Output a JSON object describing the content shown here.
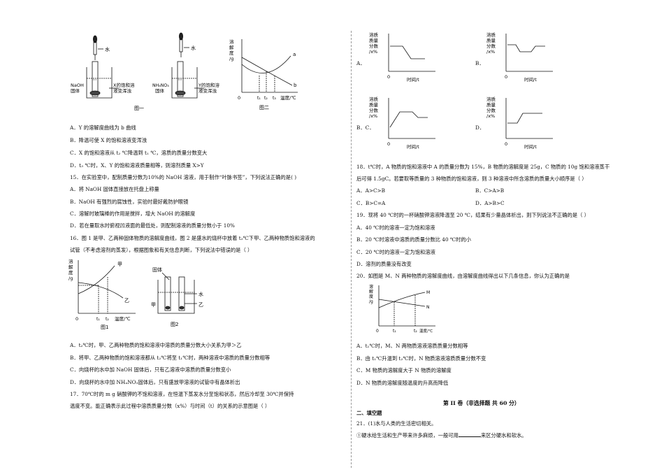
{
  "fig1": {
    "water": "水",
    "left_label1": "NaOH",
    "left_label2": "固体",
    "left_desc1": "X的饱和溶",
    "left_desc2": "液变浑浊",
    "right_label1": "NH₄NO₃",
    "right_label2": "固体",
    "right_desc1": "Y的饱和溶",
    "right_desc2": "液变浑浊",
    "caption": "图一"
  },
  "fig2": {
    "ylabel": [
      "溶",
      "解",
      "度",
      "/g"
    ],
    "series_a": "a",
    "series_b": "b",
    "origin": "0",
    "ticks": [
      "t₁",
      "t₂",
      "t₃"
    ],
    "xlabel": "温度/℃",
    "caption": "图二"
  },
  "q14": {
    "A": "A．Y 的溶解度曲线为 b 曲线",
    "B": "B．降温可使 X 的饱和溶液变浑浊",
    "C": "C．X 的饱和溶液从 t₂ ℃降温到 t₁ ℃，溶质的质量分数变大",
    "D": "D．t₃ ℃时，X、Y 的饱和溶液质量相等，则溶剂质量 X>Y"
  },
  "q15": {
    "stem": "15．在实验室中，配制质量分数为10%的 NaOH 溶液，用于制作“叶脉书签”，下列说法正确的是(    )",
    "A": "A．将 NaOH 固体直接放在托盘上称量",
    "B": "B．NaOH 有强烈的腐蚀性，实验时最好戴防护眼镜",
    "C": "C．溶解时玻璃棒的作用是搅拌，增大 NaOH 的溶解度",
    "D": "D．若在量取水时俯视凹液面的最低处，则配制溶液的质量分数小于 10%"
  },
  "q16": {
    "stem1": "16．图 1 是甲、乙两种固体物质的溶解度曲线，图 2 是盛水的烧杯中放着 t₂℃下甲、乙两种物质饱和溶液的",
    "stem2": "试管（不考虑溶剂的蒸发），根据图象和有关信息判断，下列说法中错误的是（      ）",
    "fig1_ylabel": [
      "溶",
      "解",
      "度",
      "/g"
    ],
    "fig1_jia": "甲",
    "fig1_yi": "乙",
    "fig1_origin": "0",
    "fig1_ticks": [
      "t₁",
      "t₂"
    ],
    "fig1_xlabel": "温度/℃",
    "fig1_caption": "图1",
    "fig2_solid": "固体",
    "fig2_water": "水",
    "fig2_jia": "甲",
    "fig2_yi": "乙",
    "fig2_caption": "图2",
    "A": "A．t₂℃时，甲、乙两种物质的饱和溶液中溶质的质量分数大小关系为甲＞乙",
    "B": "B．将甲、乙两种物质的饱和溶液都从 t₂℃将至 t₁℃时，两种溶液中溶质的质量分数相等",
    "C": "C．向烧杯的水中加 NaOH 固体后，只有乙溶液中溶质的质量分数变小",
    "D": "D．向烧杯的水中加 NH₄NO₃固体后，只有盛放甲溶液的试管中有晶体析出"
  },
  "q17": {
    "stem1": "17．70℃时的 m g 硝酸钾的不饱和溶液，在恒温下蒸发水分至饱和状态，然后冷却至 30℃并保持",
    "stem2": "温度不变。能正确表示此过程中溶质质量分数（x%）与时间（t）的关系的示意图是（        ）",
    "ylabel": [
      "溶质",
      "质量",
      "分数",
      "/x%"
    ],
    "origin": "0",
    "xlabel": "时间/t",
    "A": "A．",
    "B": "B．",
    "C": "B．C．",
    "D": "D．"
  },
  "q18": {
    "stem1": "18．t℃时，A 物质的饱和溶液中 A 的质量分数为 15%，B 物质的溶解度是 25g，C 物质的 10g 饱和溶液蒸干",
    "stem2": "后可得 1.5gC。若要取等质量的 3 种物质的饱和溶液，则 3 种溶液中所含溶质的质量大小顺序是（          ）",
    "A": "A．A>C>B",
    "B": "B．C>A>B",
    "C": "C．B>C=A",
    "D": "D．A>B>C"
  },
  "q19": {
    "stem": "19．现将 40 ℃时的一杯硝酸钾溶液降温至 20 ℃，结果有少量晶体析出，则下列说法不正确的是（        ）",
    "A": "A．40 ℃时的溶液一定为饱和溶液",
    "B": "B．20 ℃时溶液中溶质的质量分数比 40 ℃时的小",
    "C": "C．20 ℃时的溶液一定为饱和溶液",
    "D": "D．溶剂的质量没有改变"
  },
  "q20": {
    "stem": "20．如图是 M、N 两种物质的溶解度曲线，由溶解度曲线得出以下几条信息，你认为正确的是",
    "ylabel": [
      "溶",
      "解",
      "度",
      "/g"
    ],
    "M": "M",
    "N": "N",
    "origin": "0",
    "ticks": [
      "t₁",
      "t₂"
    ],
    "xlabel": "温度/℃",
    "A": "A．t₁℃时，M、N 两物质溶液溶质质量分数相等",
    "B": "B．由 t₁℃升温到 t₂℃时，N 物质溶液溶质质量分数不变",
    "C": "C．M 物质的溶解度大于 N 物质的溶解度",
    "D": "D．N 物质的溶解度随温度的升高而降低"
  },
  "section2": {
    "title": "第 II 卷（非选择题        共 60 分）",
    "heading": "二、填空题",
    "q21": "21．(1)水与人类的生活密切相关。",
    "q21_1a": "①硬水给生活和生产带来许多麻烦，一般可用",
    "q21_1b": "来区分硬水和软水。"
  }
}
